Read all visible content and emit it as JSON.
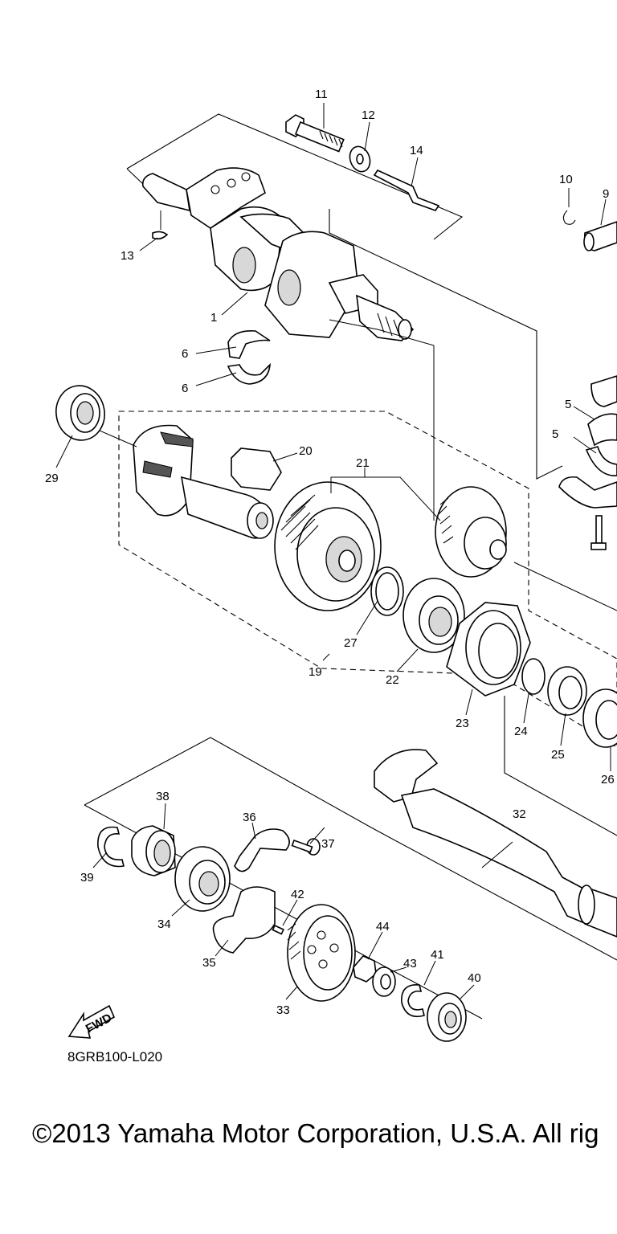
{
  "diagram": {
    "part_numbers": [
      "1",
      "5",
      "5",
      "6",
      "6",
      "9",
      "10",
      "11",
      "12",
      "13",
      "14",
      "19",
      "20",
      "21",
      "22",
      "23",
      "24",
      "25",
      "26",
      "27",
      "29",
      "32",
      "33",
      "34",
      "35",
      "36",
      "37",
      "38",
      "39",
      "40",
      "41",
      "42",
      "43",
      "44"
    ],
    "fwd_label": "FWD",
    "code": "8GRB100-L020"
  },
  "footer": {
    "copyright": "©2013 Yamaha Motor Corporation, U.S.A. All rig"
  }
}
